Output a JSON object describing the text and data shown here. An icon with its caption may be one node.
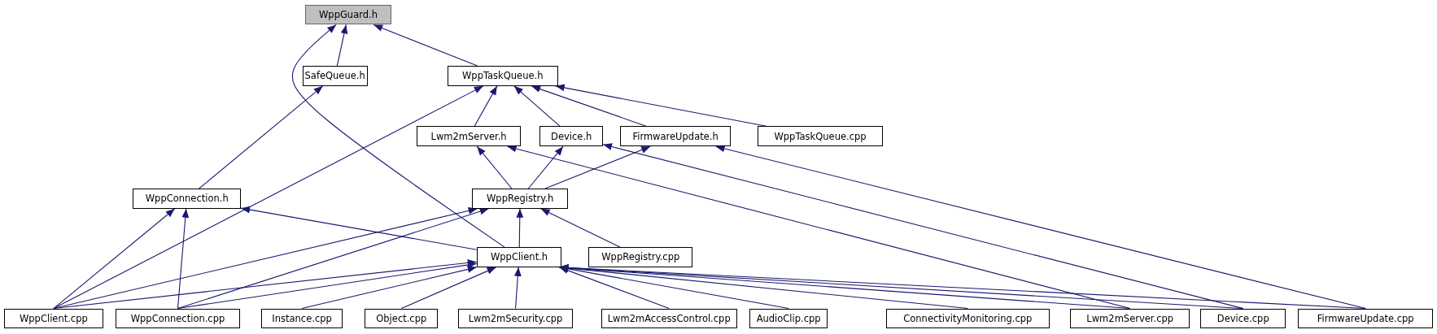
{
  "diagram": {
    "nodes": [
      {
        "text": [
          "WppGuard.h"
        ]
      },
      {
        "text": [
          "SafeQueue.h"
        ]
      },
      {
        "text": [
          "WppTaskQueue.h"
        ]
      },
      {
        "text": [
          "Lwm2mServer.h"
        ]
      },
      {
        "text": [
          "Device.h"
        ]
      },
      {
        "text": [
          "FirmwareUpdate.h"
        ]
      },
      {
        "text": [
          "WppTaskQueue.cpp"
        ]
      },
      {
        "text": [
          "WppConnection.h"
        ]
      },
      {
        "text": [
          "WppRegistry.h"
        ]
      },
      {
        "text": [
          "WppClient.h"
        ]
      },
      {
        "text": [
          "WppRegistry.cpp"
        ]
      },
      {
        "text": [
          "WppClient.cpp"
        ]
      },
      {
        "text": [
          "WppConnection.cpp"
        ]
      },
      {
        "text": [
          "Instance.cpp"
        ]
      },
      {
        "text": [
          "Object.cpp"
        ]
      },
      {
        "text": [
          "Lwm2mSecurity.cpp"
        ]
      },
      {
        "text": [
          "Lwm2mAccessControl.cpp"
        ]
      },
      {
        "text": [
          "AudioClip.cpp"
        ]
      },
      {
        "text": [
          "ConnectivityMonitoring.cpp"
        ]
      },
      {
        "text": [
          "Lwm2mServer.cpp"
        ]
      },
      {
        "text": [
          "Device.cpp"
        ]
      },
      {
        "text": [
          "FirmwareUpdate.cpp"
        ]
      }
    ],
    "edges": [
      {
        "from": 1,
        "to": 0,
        "arrow": "to"
      },
      {
        "from": 2,
        "to": 0,
        "arrow": "to"
      },
      {
        "from": 9,
        "to": 0,
        "arrow": "to"
      },
      {
        "from": 7,
        "to": 1,
        "arrow": "to"
      },
      {
        "from": 11,
        "to": 2,
        "arrow": "to"
      },
      {
        "from": 3,
        "to": 2,
        "arrow": "to"
      },
      {
        "from": 4,
        "to": 2,
        "arrow": "to"
      },
      {
        "from": 5,
        "to": 2,
        "arrow": "to"
      },
      {
        "from": 6,
        "to": 2,
        "arrow": "to"
      },
      {
        "from": 8,
        "to": 3,
        "arrow": "to"
      },
      {
        "from": 19,
        "to": 3,
        "arrow": "to"
      },
      {
        "from": 8,
        "to": 4,
        "arrow": "to"
      },
      {
        "from": 20,
        "to": 4,
        "arrow": "to"
      },
      {
        "from": 8,
        "to": 5,
        "arrow": "to"
      },
      {
        "from": 21,
        "to": 5,
        "arrow": "to"
      },
      {
        "from": 11,
        "to": 7,
        "arrow": "to"
      },
      {
        "from": 12,
        "to": 7,
        "arrow": "to"
      },
      {
        "from": 9,
        "to": 7,
        "arrow": "to"
      },
      {
        "from": 9,
        "to": 8,
        "arrow": "to"
      },
      {
        "from": 10,
        "to": 8,
        "arrow": "to"
      },
      {
        "from": 11,
        "to": 8,
        "arrow": "to"
      },
      {
        "from": 12,
        "to": 8,
        "arrow": "to"
      },
      {
        "from": 11,
        "to": 9,
        "arrow": "to"
      },
      {
        "from": 12,
        "to": 9,
        "arrow": "to"
      },
      {
        "from": 13,
        "to": 9,
        "arrow": "to"
      },
      {
        "from": 14,
        "to": 9,
        "arrow": "to"
      },
      {
        "from": 15,
        "to": 9,
        "arrow": "to"
      },
      {
        "from": 16,
        "to": 9,
        "arrow": "to"
      },
      {
        "from": 17,
        "to": 9,
        "arrow": "to"
      },
      {
        "from": 18,
        "to": 9,
        "arrow": "to"
      },
      {
        "from": 19,
        "to": 9,
        "arrow": "to"
      },
      {
        "from": 20,
        "to": 9,
        "arrow": "to"
      },
      {
        "from": 21,
        "to": 9,
        "arrow": "to"
      }
    ]
  }
}
